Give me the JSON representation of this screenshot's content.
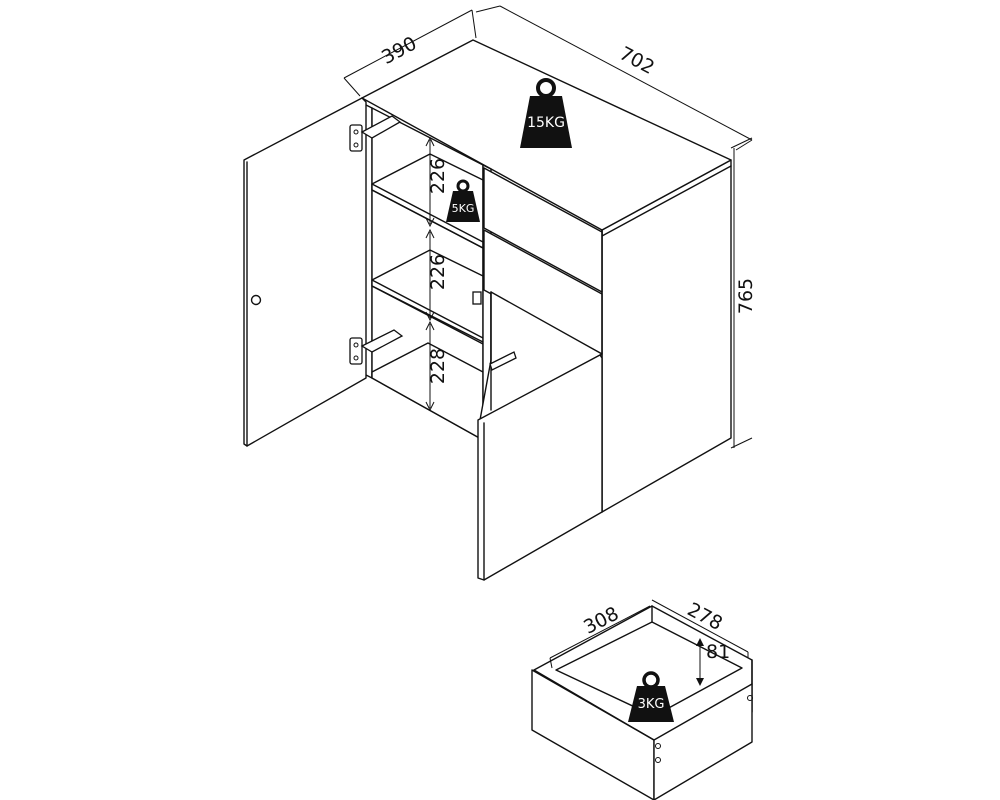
{
  "colors": {
    "line": "#111111",
    "background": "#ffffff",
    "weight_fill": "#111111"
  },
  "cabinet": {
    "depth_label": "390",
    "width_label": "702",
    "height_label": "765",
    "shelf_heights": [
      "226",
      "226",
      "228"
    ]
  },
  "weights": {
    "top": "15KG",
    "shelf": "5KG",
    "drawer": "3KG"
  },
  "drawer": {
    "width_label": "308",
    "depth_label": "278",
    "height_label": "81"
  },
  "icons": [
    "weight-icon",
    "hinge-icon"
  ]
}
